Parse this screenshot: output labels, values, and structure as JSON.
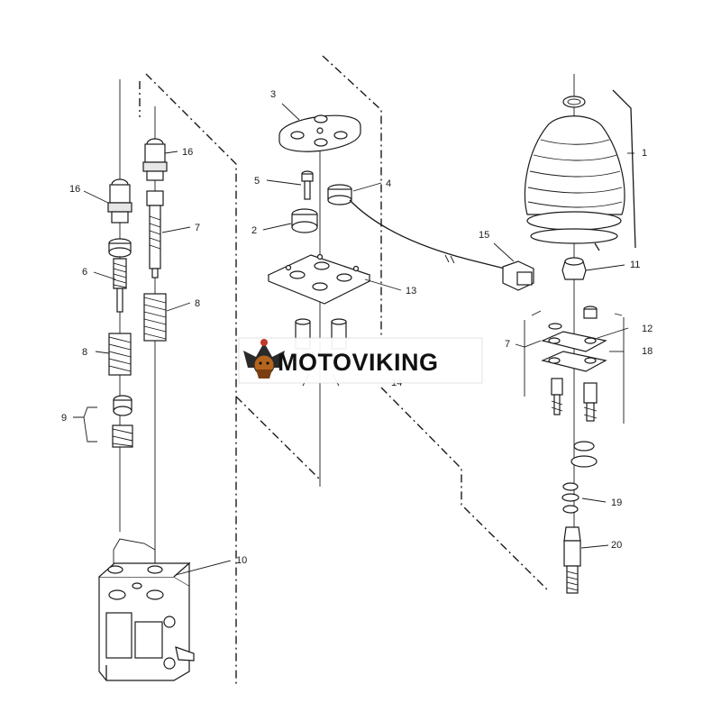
{
  "watermark": {
    "brand": "MOTOVIKING"
  },
  "callouts": {
    "c1": "1",
    "c2": "2",
    "c3": "3",
    "c4": "4",
    "c5": "5",
    "c6": "6",
    "c7_left": "7",
    "c7_right": "7",
    "c8_left": "8",
    "c8_right": "8",
    "c9": "9",
    "c10": "10",
    "c11": "11",
    "c12": "12",
    "c13": "13",
    "c14": "14",
    "c15": "15",
    "c16_left": "16",
    "c16_right": "16",
    "c18": "18",
    "c19": "19",
    "c20": "20"
  }
}
